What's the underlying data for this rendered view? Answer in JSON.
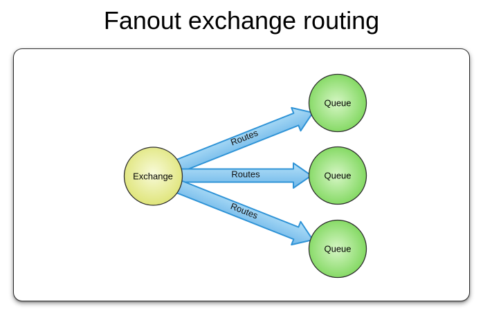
{
  "title": "Fanout exchange routing",
  "diagram": {
    "exchange": {
      "label": "Exchange"
    },
    "queues": [
      {
        "label": "Queue"
      },
      {
        "label": "Queue"
      },
      {
        "label": "Queue"
      }
    ],
    "routes": [
      {
        "label": "Routes"
      },
      {
        "label": "Routes"
      },
      {
        "label": "Routes"
      }
    ]
  },
  "colors": {
    "exchange_center": "#f8fad8",
    "exchange_edge": "#dce26e",
    "queue_center": "#d6f6c5",
    "queue_edge": "#73d34f",
    "arrow_light": "#b3e0f8",
    "arrow_dark": "#6fb7e9",
    "arrow_stroke": "#2f93d6",
    "node_stroke": "#2d2d2d"
  }
}
